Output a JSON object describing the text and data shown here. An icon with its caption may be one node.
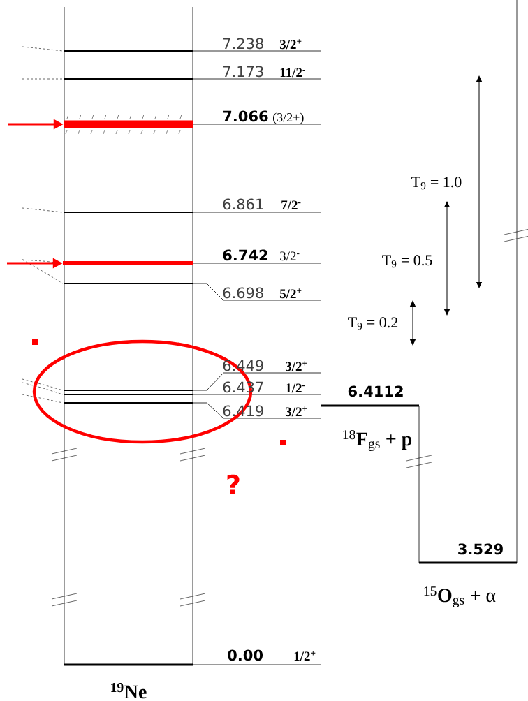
{
  "diagram": {
    "nodes": [
      {
        "text": [],
        "shape": "bar"
      },
      {
        "text": [],
        "shape": "bar"
      }
    ],
    "edges": [
      {
        "from": null,
        "to": 0,
        "arrow": "to",
        "color": "#ff0000"
      },
      {
        "from": null,
        "to": 1,
        "arrow": "to",
        "color": "#ff0000"
      }
    ],
    "labels": [
      "7.238",
      "3/2$^{+}$",
      "7.173",
      "11/2$^{-}$",
      "7.066",
      "(3/2+)",
      "T$_{9}$ = 1.0",
      "6.861",
      "7/2$^{-}$",
      "T$_{9}$ = 0.5",
      "6.742",
      "3/2$^{-}$",
      "6.698",
      "5/2$^{+}$",
      "T$_{9}$ = 0.2",
      "6.449",
      "3/2$^{+}$",
      "6.437",
      "1/2$^{-}$",
      "6.4112",
      "6.419",
      "3/2$^{+}$",
      "$^{18}$**F**$_{gs}$ + **p**",
      "?",
      "3.529",
      "$^{15}$**O**$_{gs}$ + α",
      "0.00",
      "1/2$^{+}$",
      "$^{19}$Ne"
    ]
  }
}
